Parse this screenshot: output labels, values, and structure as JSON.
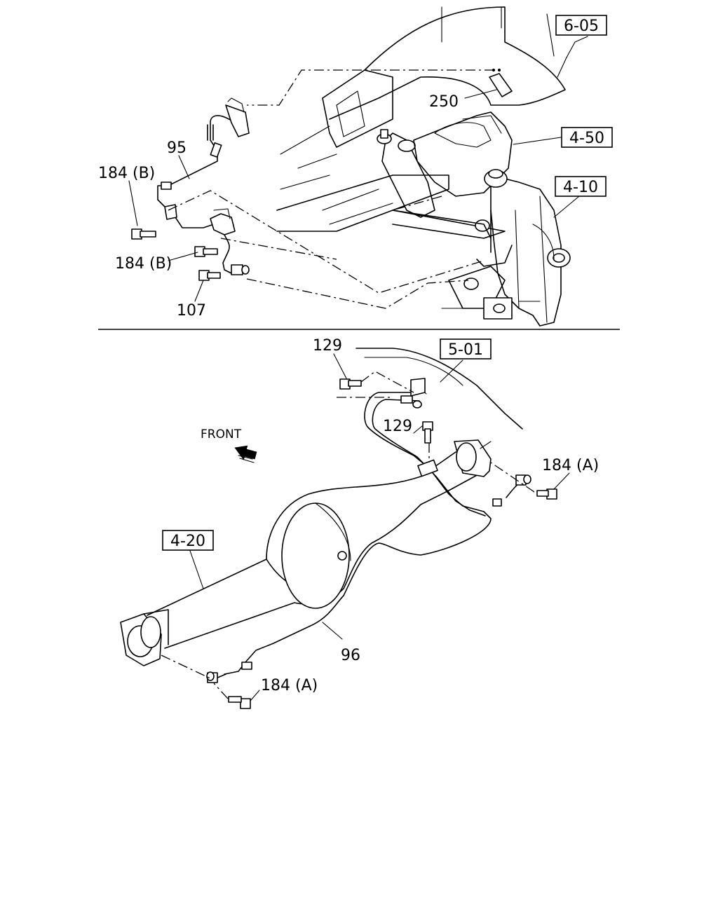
{
  "callouts": {
    "ref_605": "6-05",
    "ref_450": "4-50",
    "ref_410": "4-10",
    "ref_501": "5-01",
    "ref_420": "4-20",
    "part_250": "250",
    "part_95": "95",
    "part_184b_upper": "184 (B)",
    "part_184b_lower": "184 (B)",
    "part_107": "107",
    "part_129_upper": "129",
    "part_129_lower": "129",
    "part_184a_right": "184 (A)",
    "part_184a_lower": "184 (A)",
    "part_96": "96",
    "front": "FRONT"
  }
}
